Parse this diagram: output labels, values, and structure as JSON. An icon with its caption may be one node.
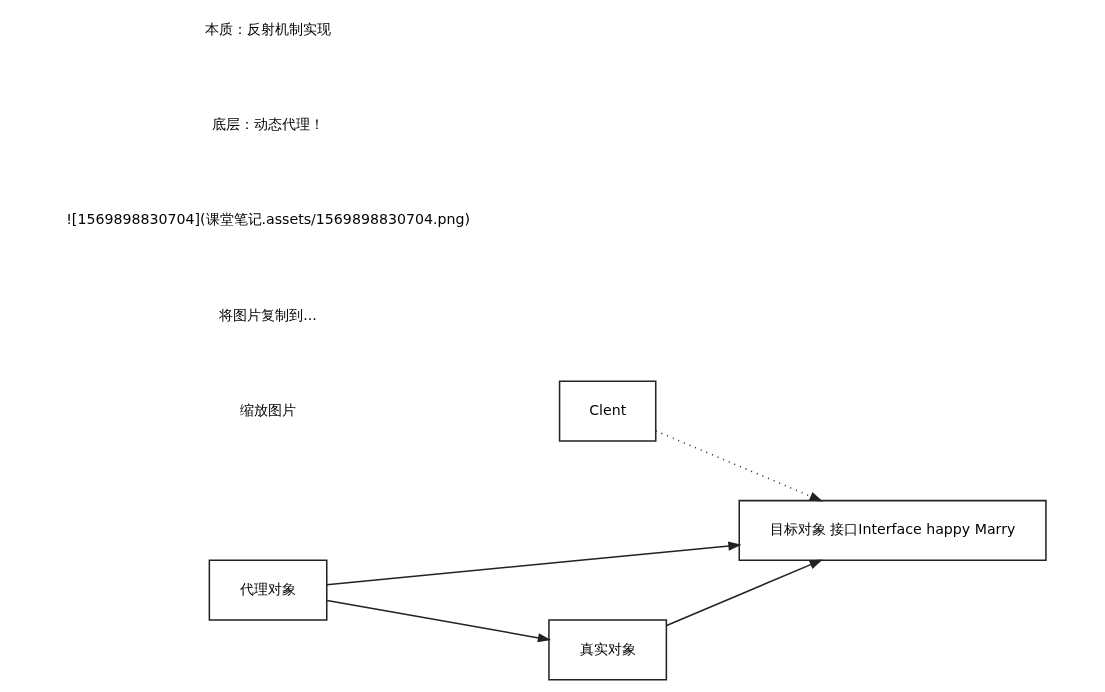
{
  "diagram": {
    "nodes": [
      {
        "text": [
          "Clent"
        ]
      },
      {
        "text": [
          "目标对象 接口Interface happy Marry"
        ]
      },
      {
        "text": [
          "代理对象"
        ]
      },
      {
        "text": [
          "真实对象"
        ]
      }
    ],
    "edges": [
      {
        "from": 0,
        "to": 1,
        "arrow": "to",
        "style": "dashed"
      },
      {
        "from": 2,
        "to": 1,
        "arrow": "to"
      },
      {
        "from": 2,
        "to": 3,
        "arrow": "to"
      },
      {
        "from": 3,
        "to": 1,
        "arrow": "to"
      }
    ],
    "labels": [
      "本质：反射机制实现",
      "底层：动态代理！",
      "![1569898830704](课堂笔记.assets/1569898830704.png)",
      "将图片复制到...",
      "缩放图片"
    ]
  }
}
